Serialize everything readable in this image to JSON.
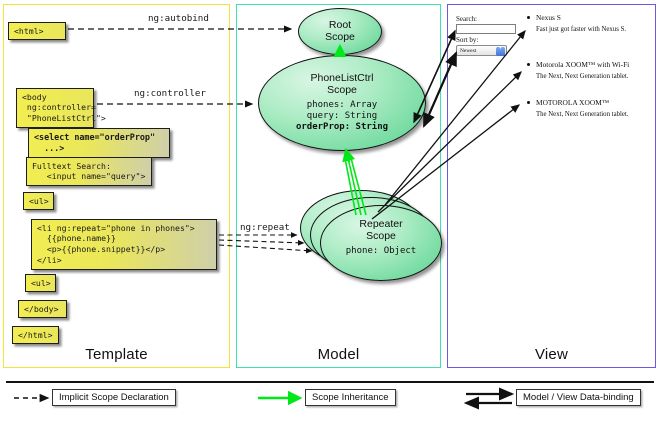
{
  "columns": {
    "template": {
      "label": "Template",
      "border_color": "#f2e33a"
    },
    "model": {
      "label": "Model",
      "border_color": "#3fe3a4"
    },
    "view": {
      "label": "View",
      "border_color": "#6a5ae0"
    }
  },
  "template_boxes": [
    {
      "id": "html-open",
      "text": "<html>"
    },
    {
      "id": "body-open",
      "text": "<body\n ng:controller=\n \"PhoneListCtrl\">"
    },
    {
      "id": "select",
      "text": "<select name=\"orderProp\"\n  ...>"
    },
    {
      "id": "fulltext",
      "text": "Fulltext Search:\n   <input name=\"query\">"
    },
    {
      "id": "ul-open",
      "text": "<ul>"
    },
    {
      "id": "li-repeat",
      "text": "<li ng:repeat=\"phone in phones\">\n  {{phone.name}}\n  <p>{{phone.snippet}}</p>\n</li>"
    },
    {
      "id": "ul-close",
      "text": "<ul>"
    },
    {
      "id": "body-close",
      "text": "</body>"
    },
    {
      "id": "html-close",
      "text": "</html>"
    }
  ],
  "edge_labels": {
    "autobind": "ng:autobind",
    "controller": "ng:controller",
    "repeat": "ng:repeat"
  },
  "model": {
    "root_scope": {
      "title_line1": "Root",
      "title_line2": "Scope"
    },
    "phonelist_scope": {
      "title_line1": "PhoneListCtrl",
      "title_line2": "Scope",
      "props": [
        {
          "text": "phones: Array",
          "bold": false
        },
        {
          "text": "query: String",
          "bold": false
        },
        {
          "text": "orderProp: String",
          "bold": true
        }
      ]
    },
    "repeater_scope": {
      "title_line1": "Repeater",
      "title_line2": "Scope",
      "props": [
        {
          "text": "phone: Object",
          "bold": false
        }
      ]
    },
    "scope_fill": "#79dda4",
    "inheritance_color": "#00e818"
  },
  "view": {
    "search_label": "Search:",
    "search_value": "",
    "sort_label": "Sort by:",
    "sort_selected": "Newest",
    "phones": [
      {
        "name": "Nexus S",
        "snippet": "Fast just got faster with Nexus S."
      },
      {
        "name": "Motorola XOOM™  with Wi-Fi",
        "snippet": "The Next, Next Generation tablet."
      },
      {
        "name": "MOTOROLA XOOM™",
        "snippet": "The Next, Next Generation tablet."
      }
    ]
  },
  "legend": [
    {
      "id": "implicit",
      "label": "Implicit Scope Declaration",
      "arrow": "dashed-black"
    },
    {
      "id": "inheritance",
      "label": "Scope Inheritance",
      "arrow": "solid-green"
    },
    {
      "id": "databinding",
      "label": "Model / View Data-binding",
      "arrow": "double-black"
    }
  ]
}
